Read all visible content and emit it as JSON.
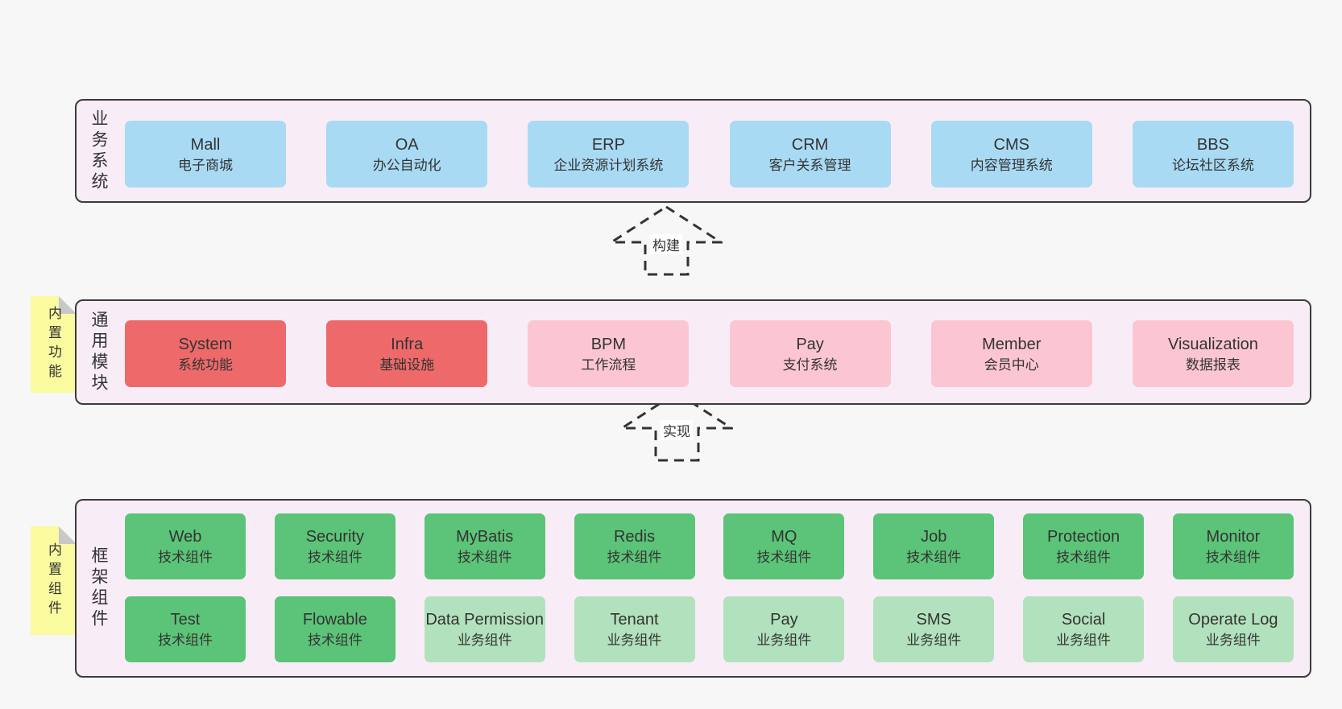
{
  "colors": {
    "page_bg": "#f7f7f7",
    "container_bg": "#f8edf6",
    "container_border": "#3b3b3b",
    "blue": "#a9daf4",
    "red": "#ee6a6a",
    "pink": "#fbc6d2",
    "green": "#5cc478",
    "green_light": "#b2e2bd",
    "note_yellow": "#fafa9e",
    "note_fold": "#c8c8c8",
    "text": "#333333"
  },
  "arrows": [
    {
      "label": "构建"
    },
    {
      "label": "实现"
    }
  ],
  "layers": [
    {
      "label": "业务系统",
      "boxes": [
        {
          "title": "Mall",
          "subtitle": "电子商城"
        },
        {
          "title": "OA",
          "subtitle": "办公自动化"
        },
        {
          "title": "ERP",
          "subtitle": "企业资源计划系统"
        },
        {
          "title": "CRM",
          "subtitle": "客户关系管理"
        },
        {
          "title": "CMS",
          "subtitle": "内容管理系统"
        },
        {
          "title": "BBS",
          "subtitle": "论坛社区系统"
        }
      ]
    },
    {
      "label": "通用模块",
      "note": "内置功能",
      "boxes": [
        {
          "title": "System",
          "subtitle": "系统功能"
        },
        {
          "title": "Infra",
          "subtitle": "基础设施"
        },
        {
          "title": "BPM",
          "subtitle": "工作流程"
        },
        {
          "title": "Pay",
          "subtitle": "支付系统"
        },
        {
          "title": "Member",
          "subtitle": "会员中心"
        },
        {
          "title": "Visualization",
          "subtitle": "数据报表"
        }
      ]
    },
    {
      "label": "框架组件",
      "note": "内置组件",
      "rows": [
        [
          {
            "title": "Web",
            "subtitle": "技术组件"
          },
          {
            "title": "Security",
            "subtitle": "技术组件"
          },
          {
            "title": "MyBatis",
            "subtitle": "技术组件"
          },
          {
            "title": "Redis",
            "subtitle": "技术组件"
          },
          {
            "title": "MQ",
            "subtitle": "技术组件"
          },
          {
            "title": "Job",
            "subtitle": "技术组件"
          },
          {
            "title": "Protection",
            "subtitle": "技术组件"
          },
          {
            "title": "Monitor",
            "subtitle": "技术组件"
          }
        ],
        [
          {
            "title": "Test",
            "subtitle": "技术组件"
          },
          {
            "title": "Flowable",
            "subtitle": "技术组件"
          },
          {
            "title": "Data Permission",
            "subtitle": "业务组件"
          },
          {
            "title": "Tenant",
            "subtitle": "业务组件"
          },
          {
            "title": "Pay",
            "subtitle": "业务组件"
          },
          {
            "title": "SMS",
            "subtitle": "业务组件"
          },
          {
            "title": "Social",
            "subtitle": "业务组件"
          },
          {
            "title": "Operate Log",
            "subtitle": "业务组件"
          }
        ]
      ]
    }
  ]
}
